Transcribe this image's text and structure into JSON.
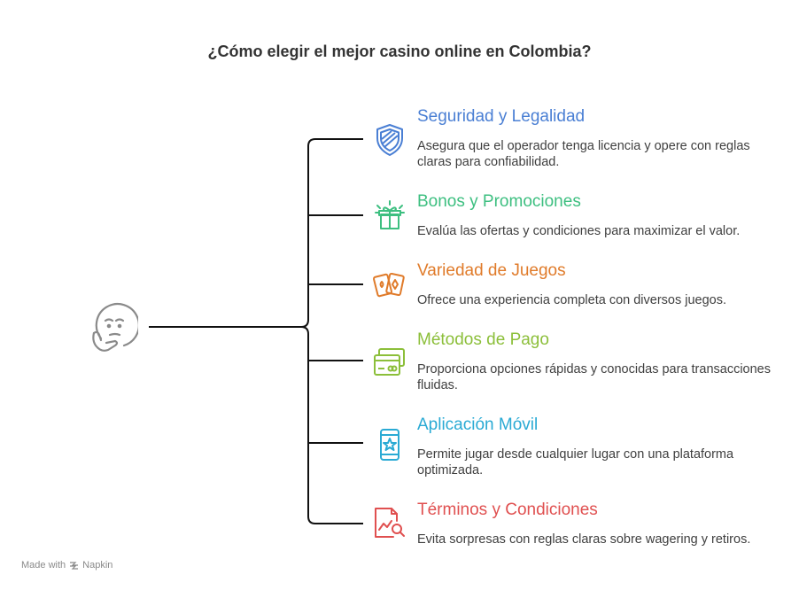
{
  "title": "¿Cómo elegir el mejor casino online en Colombia?",
  "center_icon": "thinking-face-icon",
  "items": [
    {
      "heading": "Seguridad y Legalidad",
      "description": "Asegura que el operador tenga licencia y opere con reglas claras para confiabilidad.",
      "color": "#4A7FD4",
      "icon": "shield-icon"
    },
    {
      "heading": "Bonos y Promociones",
      "description": "Evalúa las ofertas y condiciones para maximizar el valor.",
      "color": "#3DBF80",
      "icon": "gift-icon"
    },
    {
      "heading": "Variedad de Juegos",
      "description": "Ofrece una experiencia completa con diversos juegos.",
      "color": "#E07B2A",
      "icon": "playing-cards-icon"
    },
    {
      "heading": "Métodos de Pago",
      "description": "Proporciona opciones rápidas y conocidas para transacciones fluidas.",
      "color": "#8CBF3A",
      "icon": "payment-cards-icon"
    },
    {
      "heading": "Aplicación Móvil",
      "description": "Permite jugar desde cualquier lugar con una plataforma optimizada.",
      "color": "#2AAAD4",
      "icon": "mobile-app-icon"
    },
    {
      "heading": "Términos y Condiciones",
      "description": "Evita sorpresas con reglas claras sobre wagering y retiros.",
      "color": "#E05050",
      "icon": "document-search-icon"
    }
  ],
  "credit": {
    "made_with": "Made with",
    "brand": "Napkin"
  }
}
